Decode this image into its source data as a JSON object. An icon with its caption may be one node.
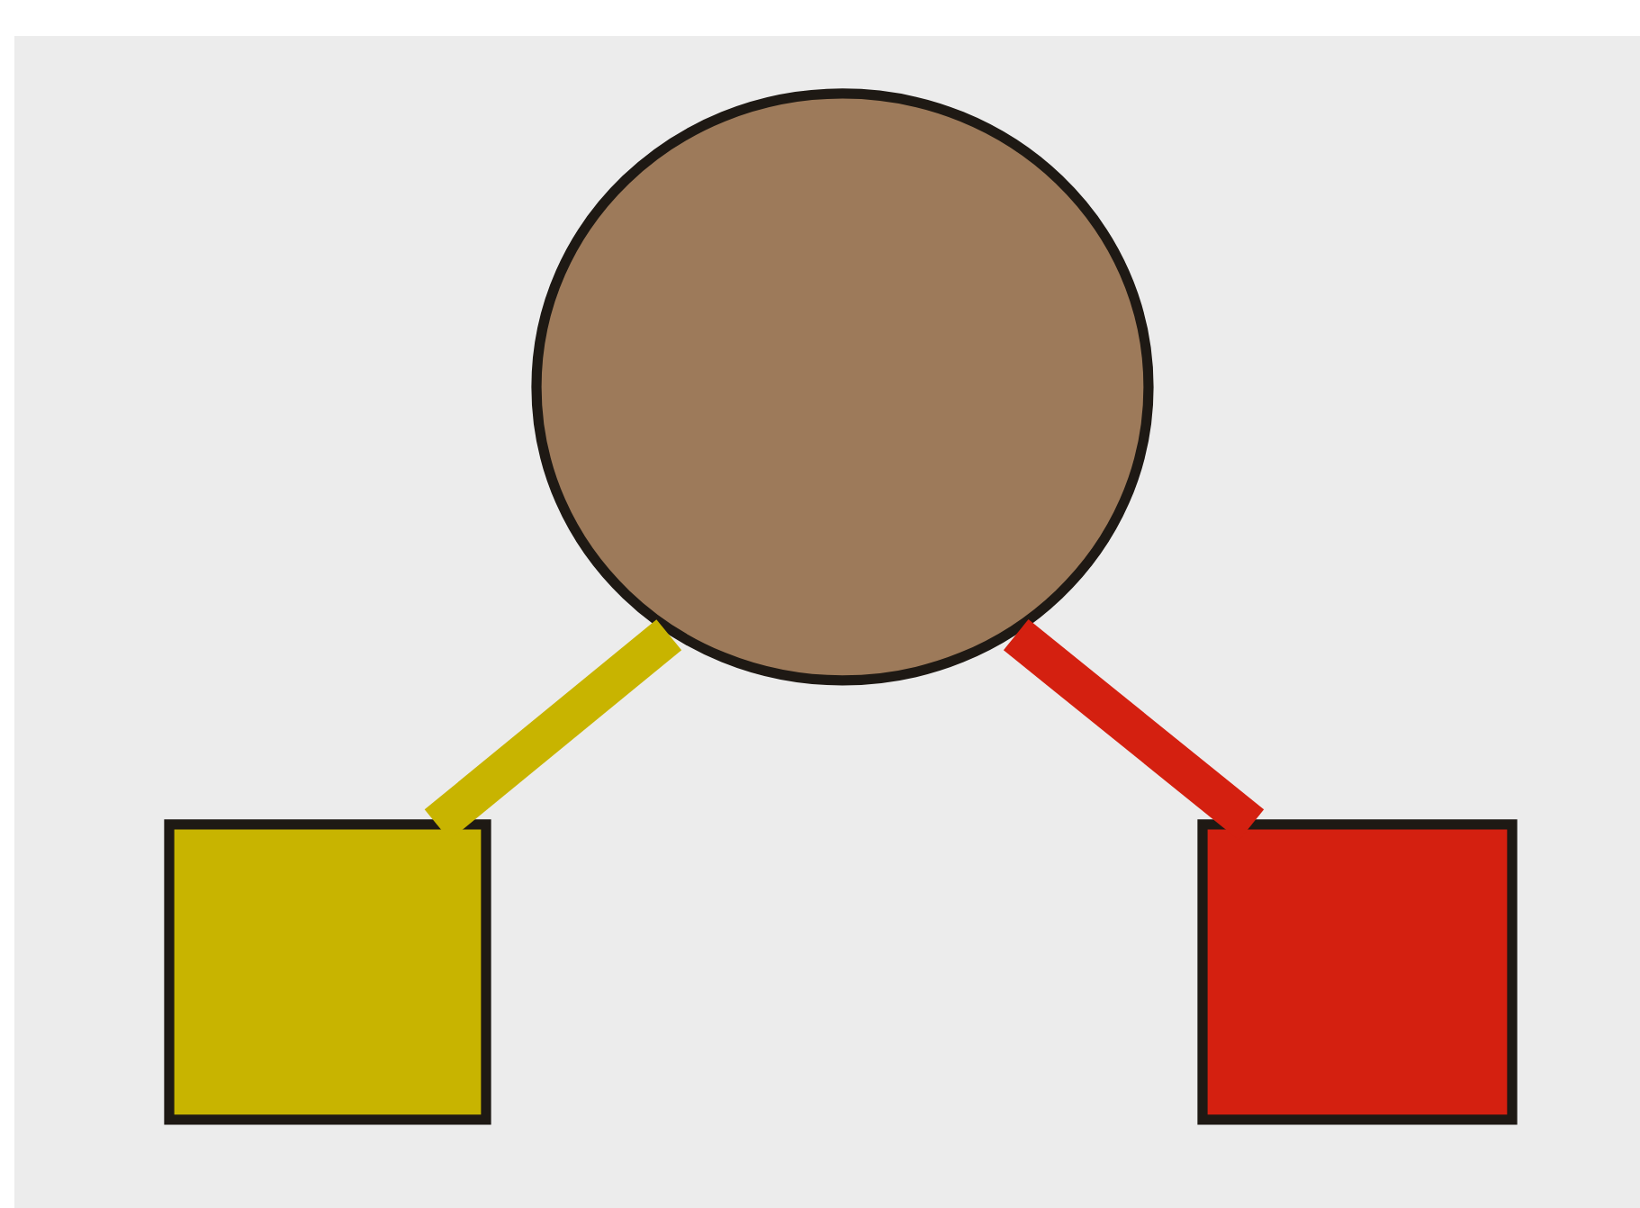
{
  "diagram": {
    "nodes": [
      {
        "text": [],
        "shape": "circle"
      },
      {
        "text": [],
        "shape": "box"
      },
      {
        "text": [],
        "shape": "box"
      }
    ],
    "edges": [
      {
        "from": 0,
        "to": 1,
        "arrow": "none",
        "color": "#c8b400"
      },
      {
        "from": 0,
        "to": 2,
        "arrow": "none",
        "color": "#d42010"
      }
    ]
  }
}
